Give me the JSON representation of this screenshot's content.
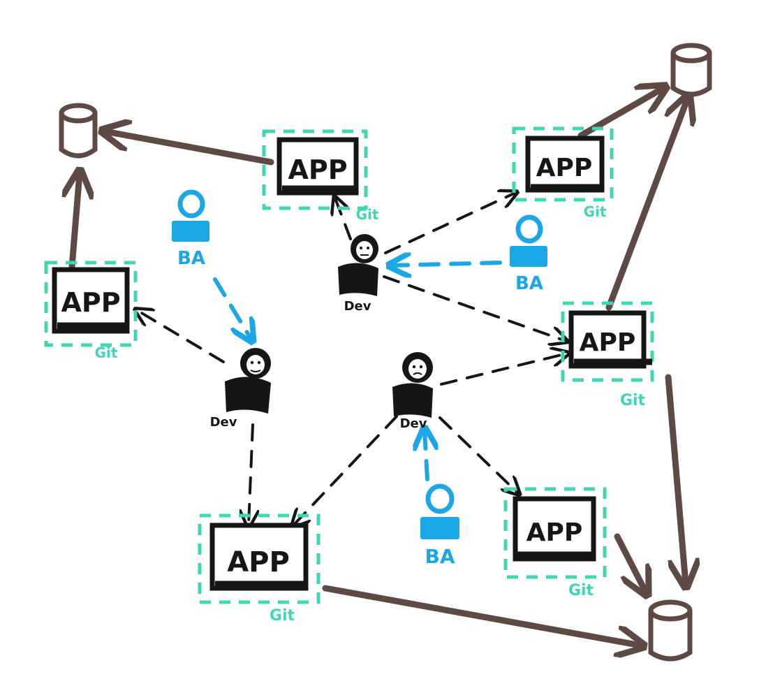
{
  "colors": {
    "ink": "#161616",
    "brown": "#5e4a42",
    "teal": "#3fd6b4",
    "blue": "#1ba6e6",
    "paper": "#ffffff"
  },
  "labels": {
    "app": "APP",
    "git": "Git",
    "dev": "Dev",
    "ba": "BA"
  },
  "apps": [
    {
      "id": "app-top-center"
    },
    {
      "id": "app-top-right"
    },
    {
      "id": "app-left"
    },
    {
      "id": "app-mid-right"
    },
    {
      "id": "app-bottom-center"
    },
    {
      "id": "app-bottom-right"
    }
  ],
  "developers": [
    {
      "id": "dev-top"
    },
    {
      "id": "dev-left"
    },
    {
      "id": "dev-center"
    }
  ],
  "business_analysts": [
    {
      "id": "ba-left"
    },
    {
      "id": "ba-right"
    },
    {
      "id": "ba-bottom"
    }
  ],
  "databases": [
    {
      "id": "db-top-left"
    },
    {
      "id": "db-top-right"
    },
    {
      "id": "db-bottom-right"
    }
  ],
  "icons": {
    "database": "database-icon",
    "developer": "developer-icon",
    "analyst": "business-analyst-icon"
  }
}
